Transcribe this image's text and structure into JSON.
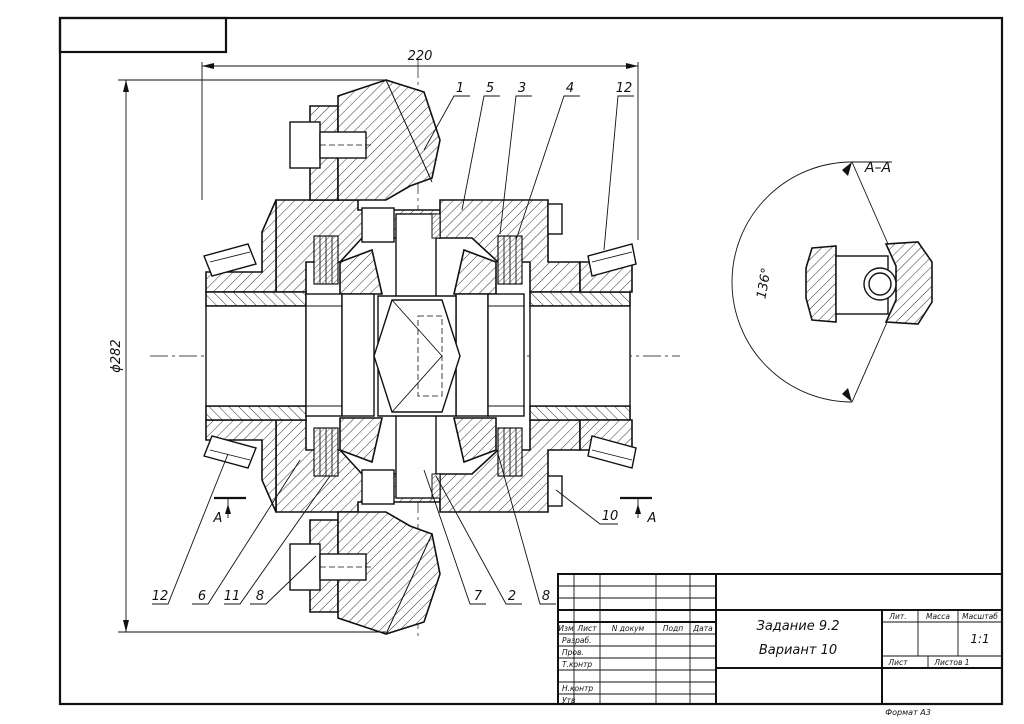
{
  "drawing": {
    "overall_width_dim": "220",
    "diameter_dim": "ϕ282",
    "section_view_label": "A–A",
    "angle_dim": "136°",
    "section_mark": "A",
    "leader_numbers_top": [
      "1",
      "5",
      "3",
      "4",
      "12"
    ],
    "leader_numbers_bottom": [
      "12",
      "6",
      "11",
      "8",
      "7",
      "2",
      "8"
    ],
    "leader_number_right": "10"
  },
  "title_block": {
    "col_headers": [
      "Изм",
      "Лист",
      "N докум",
      "Подп",
      "Дата"
    ],
    "rows": [
      "Разраб.",
      "Пров.",
      "Т.контр",
      "Н.контр",
      "Утв"
    ],
    "task": "Задание 9.2",
    "variant": "Вариант 10",
    "lit_label": "Лит.",
    "mass_label": "Масса",
    "scale_label": "Масштаб",
    "scale_value": "1:1",
    "sheet_label": "Лист",
    "sheets_label": "Листов 1",
    "format_label": "Формат А3"
  }
}
